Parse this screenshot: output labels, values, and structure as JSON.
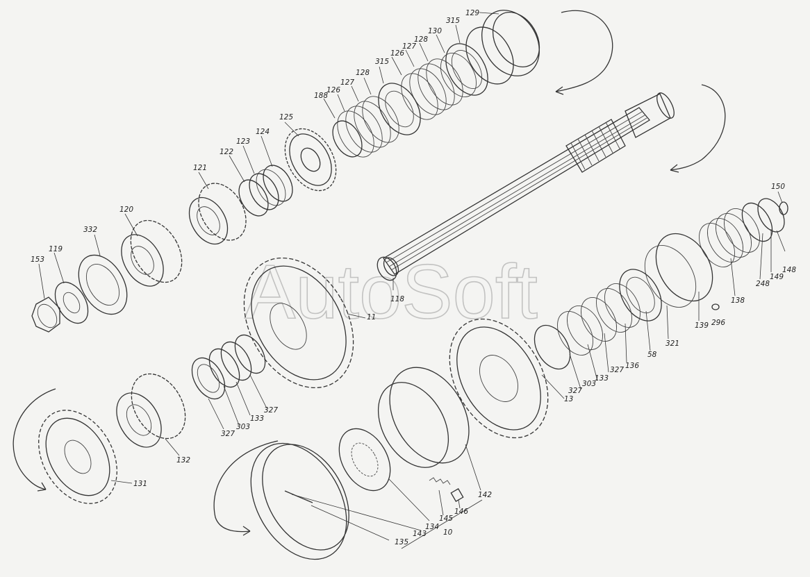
{
  "watermark": "AutoSoft",
  "callouts": [
    "129",
    "315",
    "130",
    "128",
    "127",
    "126",
    "315",
    "128",
    "127",
    "126",
    "188",
    "125",
    "124",
    "123",
    "122",
    "121",
    "120",
    "332",
    "119",
    "153",
    "118",
    "150",
    "148",
    "149",
    "248",
    "138",
    "139",
    "296",
    "321",
    "58",
    "136",
    "327",
    "133",
    "303",
    "327",
    "13",
    "11",
    "327",
    "133",
    "303",
    "327",
    "132",
    "131",
    "142",
    "134",
    "145",
    "146",
    "143",
    "10",
    "135"
  ]
}
